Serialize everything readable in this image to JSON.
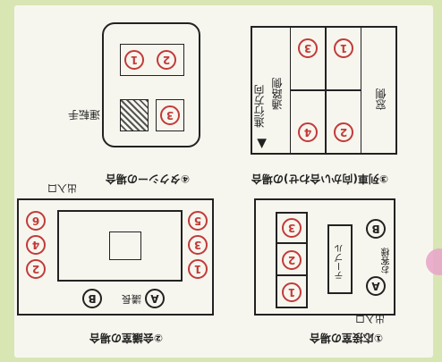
{
  "panel1": {
    "title": "①応接室の場合",
    "entrance": "出入口",
    "table": "テーブル",
    "guest_side": "お客様",
    "seats": [
      "A",
      "B"
    ],
    "chairs": [
      "1",
      "2",
      "3"
    ]
  },
  "panel2": {
    "title": "②会議室の場合",
    "entrance": "出入口",
    "chair_seat": "議長",
    "seats": [
      "A",
      "B"
    ],
    "chairs": [
      "1",
      "2",
      "3",
      "4",
      "5",
      "6"
    ]
  },
  "panel3": {
    "title": "③列車(向かい合わせ)の場合",
    "window": "窓側",
    "aisle": "通路側",
    "direction": "進行方向",
    "seats": [
      "1",
      "2",
      "3",
      "4"
    ]
  },
  "panel4": {
    "title": "④タクシーの場合",
    "driver": "運転手",
    "seats": [
      "1",
      "2",
      "3"
    ]
  }
}
